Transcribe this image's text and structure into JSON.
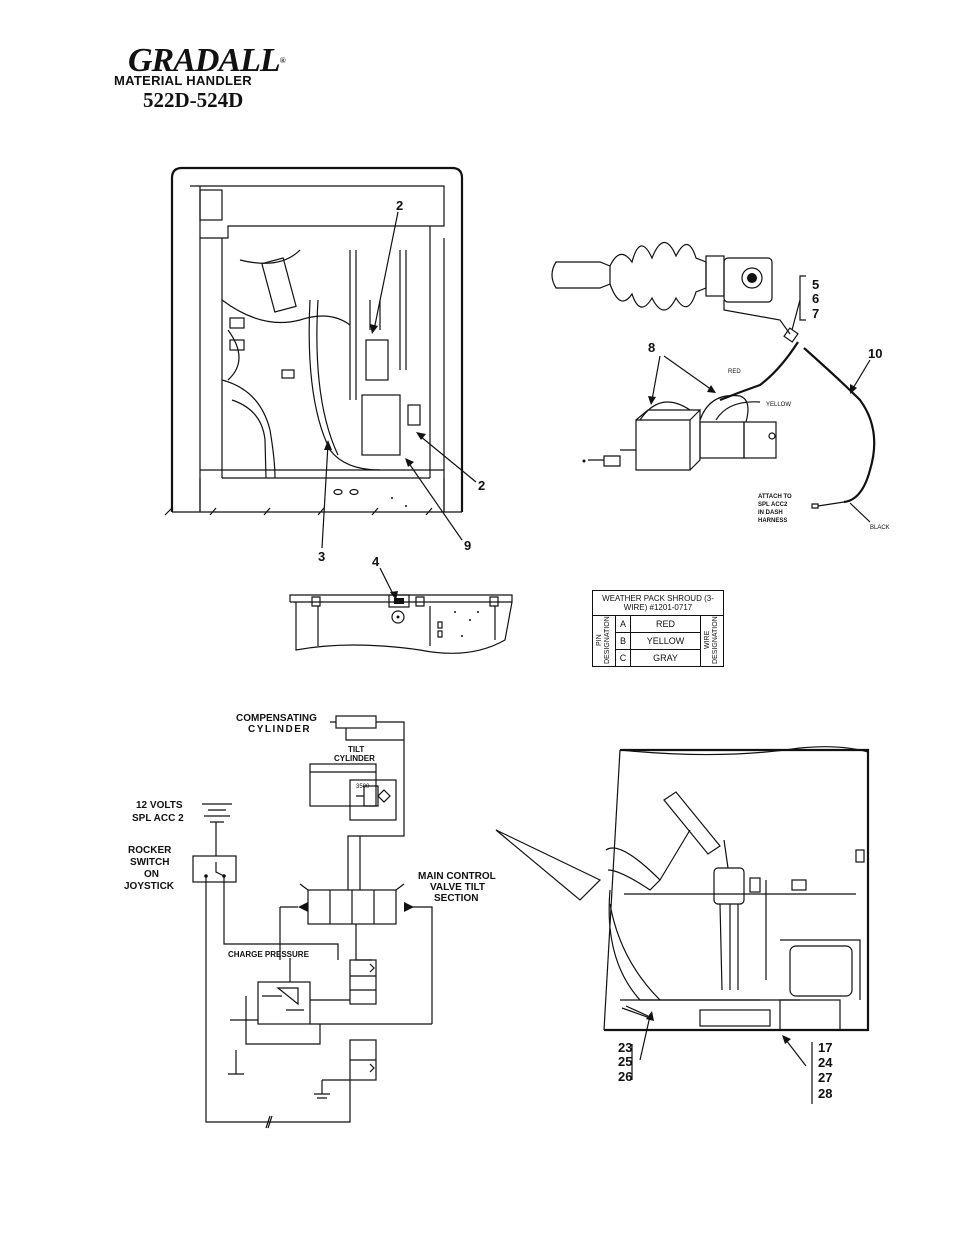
{
  "header": {
    "brand": "GRADALL",
    "registered_mark": "®",
    "product_line": "MATERIAL HANDLER",
    "models": "522D-524D"
  },
  "callouts": {
    "c2a": "2",
    "c2b": "2",
    "c3": "3",
    "c4": "4",
    "c9": "9",
    "c5": "5",
    "c6": "6",
    "c7": "7",
    "c8": "8",
    "c10": "10",
    "c23": "23",
    "c25": "25",
    "c26": "26",
    "c17": "17",
    "c24": "24",
    "c27": "27",
    "c28": "28"
  },
  "wiring": {
    "red": "RED",
    "yellow": "YELLOW",
    "black": "BLACK",
    "attach_lines": [
      "ATTACH TO",
      "SPL ACC2",
      "IN DASH",
      "HARNESS"
    ]
  },
  "pin_table": {
    "header": "WEATHER PACK SHROUD (3-WIRE) #1201-0717",
    "left_label": "PIN DESIGNATION",
    "right_label": "WIRE DESIGNATION",
    "rows": [
      {
        "pin": "A",
        "wire": "RED"
      },
      {
        "pin": "B",
        "wire": "YELLOW"
      },
      {
        "pin": "C",
        "wire": "GRAY"
      }
    ]
  },
  "schematic": {
    "compensating_cylinder": [
      "COMPENSATING",
      "CYLINDER"
    ],
    "tilt_cylinder": [
      "TILT",
      "CYLINDER"
    ],
    "relief_value": "3500",
    "power": [
      "12 VOLTS",
      "SPL ACC 2"
    ],
    "rocker_switch": [
      "ROCKER",
      "SWITCH",
      "ON",
      "JOYSTICK"
    ],
    "main_control": [
      "MAIN CONTROL",
      "VALVE TILT",
      "SECTION"
    ],
    "charge_pressure": "CHARGE PRESSURE"
  }
}
